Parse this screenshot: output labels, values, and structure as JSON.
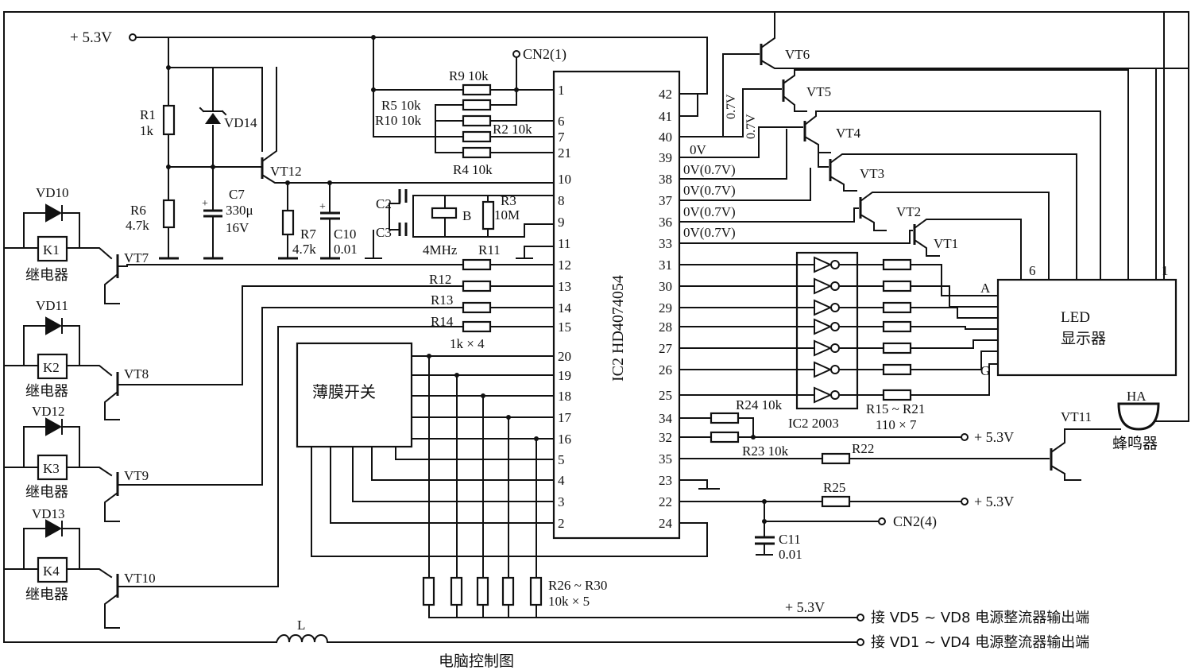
{
  "title": "电脑控制图",
  "supply": {
    "plus5v3_top": "+ 5.3V",
    "plus5v3_right1": "+ 5.3V",
    "plus5v3_right2": "+ 5.3V",
    "plus5v3_bottom": "+ 5.3V"
  },
  "connectors": {
    "cn2_1": "CN2(1)",
    "cn2_4": "CN2(4)"
  },
  "ic": {
    "name": "IC2 HD4074054",
    "left_pins": [
      "1",
      "6",
      "7",
      "21",
      "10",
      "8",
      "9",
      "11",
      "12",
      "13",
      "14",
      "15",
      "20",
      "19",
      "18",
      "17",
      "16",
      "5",
      "4",
      "3",
      "2"
    ],
    "right_pins": [
      "42",
      "41",
      "40",
      "39",
      "38",
      "37",
      "36",
      "33",
      "31",
      "30",
      "29",
      "28",
      "27",
      "26",
      "25",
      "34",
      "32",
      "35",
      "23",
      "22",
      "24"
    ]
  },
  "resistors": {
    "R9": "R9 10k",
    "R5": "R5 10k",
    "R10": "R10 10k",
    "R2": "R2 10k",
    "R4": "R4 10k",
    "R1a": "R1",
    "R1b": "1k",
    "R6a": "R6",
    "R6b": "4.7k",
    "R7a": "R7",
    "R7b": "4.7k",
    "R3": "R3",
    "R3v": "10M",
    "R11": "R11",
    "R12": "R12",
    "R13": "R13",
    "R14": "R14",
    "r1114": "1k × 4",
    "R24": "R24 10k",
    "R23": "R23 10k",
    "R22": "R22",
    "R25": "R25",
    "R1521a": "R15 ~ R21",
    "R1521b": "110 × 7",
    "R2630a": "R26 ~ R30",
    "R2630b": "10k × 5"
  },
  "capacitors": {
    "C7": "C7",
    "C7v1": "330μ",
    "C7v2": "16V",
    "C10": "C10",
    "C10v": "0.01",
    "C2": "C2",
    "C3": "C3",
    "C11": "C11",
    "C11v": "0.01"
  },
  "crystal": {
    "label": "B",
    "freq": "4MHz"
  },
  "diodes": {
    "VD14": "VD14",
    "VD10": "VD10",
    "VD11": "VD11",
    "VD12": "VD12",
    "VD13": "VD13"
  },
  "relays": [
    {
      "k": "K1",
      "label": "继电器",
      "vd": "VD10",
      "vt": "VT7"
    },
    {
      "k": "K2",
      "label": "继电器",
      "vd": "VD11",
      "vt": "VT8"
    },
    {
      "k": "K3",
      "label": "继电器",
      "vd": "VD12",
      "vt": "VT9"
    },
    {
      "k": "K4",
      "label": "继电器",
      "vd": "VD13",
      "vt": "VT10"
    }
  ],
  "transistors": {
    "VT12": "VT12",
    "VT6": "VT6",
    "VT5": "VT5",
    "VT4": "VT4",
    "VT3": "VT3",
    "VT2": "VT2",
    "VT1": "VT1",
    "VT11": "VT11"
  },
  "voltages": {
    "v41": "0.7V",
    "v40": "0.7V",
    "v39": "0V",
    "v38": "0V(0.7V)",
    "v37": "0V(0.7V)",
    "v36": "0V(0.7V)",
    "v33": "0V(0.7V)"
  },
  "membrane": "薄膜开关",
  "driver_ic": "IC2 2003",
  "display": {
    "line1": "LED",
    "line2": "显示器",
    "pinA": "A",
    "pinG": "G",
    "pin6": "6",
    "pin1": "1"
  },
  "buzzer": {
    "ha": "HA",
    "label": "蜂鸣器"
  },
  "inductor": "L",
  "outputs": {
    "vd58": "接 VD5 ~ VD8 电源整流器输出端",
    "vd14": "接 VD1 ~ VD4 电源整流器输出端"
  }
}
